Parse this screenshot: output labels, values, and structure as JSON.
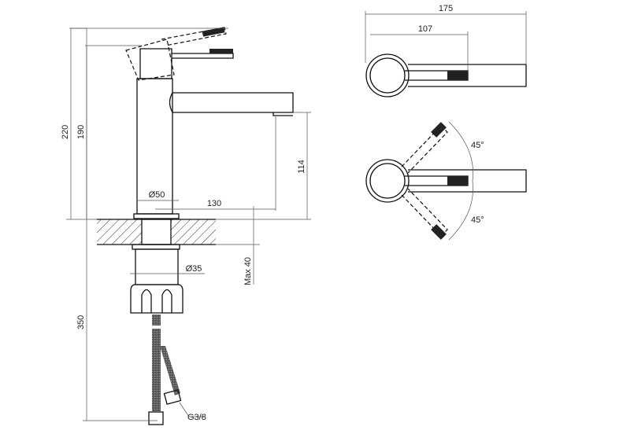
{
  "side_view": {
    "dim_total_height": "220",
    "dim_spout_top": "190",
    "dim_spout_height": "114",
    "dim_body_diameter": "Ø50",
    "dim_reach": "130",
    "dim_shank_diameter": "Ø35",
    "dim_max_deck": "Max 40",
    "dim_hose_length": "350",
    "dim_hose_thread": "G3/8"
  },
  "top_view": {
    "dim_total_length": "175",
    "dim_handle_length": "107"
  },
  "rotation_view": {
    "angle_up": "45°",
    "angle_down": "45°"
  }
}
